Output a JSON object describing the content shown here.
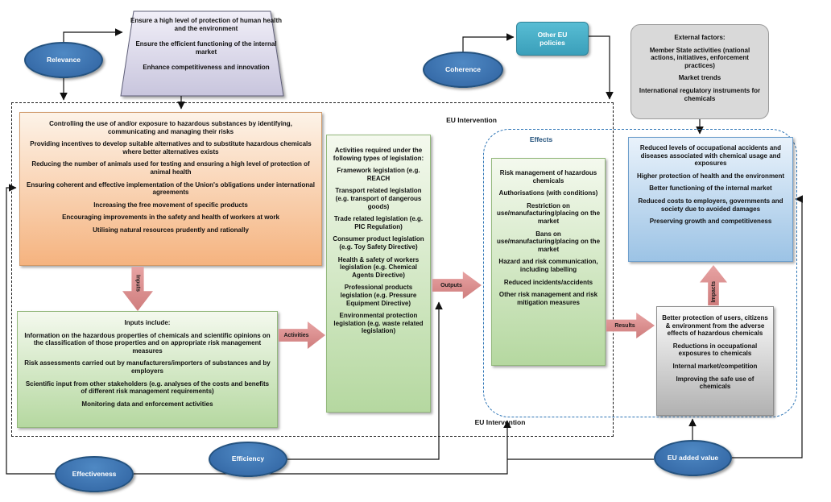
{
  "ellipses": {
    "relevance": "Relevance",
    "coherence": "Coherence",
    "effectiveness": "Effectiveness",
    "efficiency": "Efficiency",
    "eu_added_value": "EU added value"
  },
  "mandate": {
    "items": [
      "Ensure a high level of protection of human health and the environment",
      "Ensure the efficient functioning of the internal market",
      "Enhance competitiveness and innovation"
    ]
  },
  "other_eu_policies_label": "Other EU policies",
  "external_factors": {
    "title": "External factors:",
    "items": [
      "Member State activities (national actions, initiatives, enforcement practices)",
      "Market trends",
      "International regulatory instruments for chemicals"
    ]
  },
  "eu_intervention": {
    "top_label": "EU Intervention",
    "bottom_label": "EU Intervention"
  },
  "objectives": {
    "items": [
      "Controlling the use of and/or exposure to hazardous substances by identifying, communicating and managing their risks",
      "Providing incentives to develop suitable alternatives and to substitute hazardous chemicals where better alternatives exists",
      "Reducing the number of animals used for testing and ensuring a high level of protection of animal health",
      "Ensuring coherent and effective implementation of the Union's obligations under international agreements",
      "Increasing the free movement of specific products",
      "Encouraging improvements in the safety and health of workers at work",
      "Utilising natural resources prudently and rationally"
    ]
  },
  "inputs": {
    "title": "Inputs include:",
    "items": [
      "Information on the hazardous properties of chemicals and scientific opinions on the classification of those properties and on appropriate risk management measures",
      "Risk assessments carried out by manufacturers/importers of substances and by employers",
      "Scientific input from other stakeholders (e.g. analyses of the costs and benefits of different risk management requirements)",
      "Monitoring data and enforcement activities"
    ]
  },
  "activities": {
    "title": "Activities required under the following types of legislation:",
    "items": [
      "Framework legislation (e.g. REACH",
      "Transport related legislation (e.g. transport of dangerous goods)",
      "Trade related legislation (e.g. PIC Regulation)",
      "Consumer product legislation (e.g. Toy Safety Directive)",
      "Health & safety of workers legislation (e.g. Chemical Agents Directive)",
      "Professional products legislation (e.g. Pressure Equipment Directive)",
      "Environmental protection legislation (e.g. waste related legislation)"
    ]
  },
  "flow_labels": {
    "inputs": "Inputs",
    "activities": "Activities",
    "outputs": "Outputs",
    "results": "Results",
    "impacts": "Impacts"
  },
  "effects": {
    "label": "Effects"
  },
  "risk_management": {
    "items": [
      "Risk management of hazardous chemicals",
      "Authorisations (with conditions)",
      "Restriction on use/manufacturing/placing on the market",
      "Bans on use/manufacturing/placing on the market",
      "Hazard and risk communication, including labelling",
      "Reduced incidents/accidents",
      "Other risk management and risk mitigation measures"
    ]
  },
  "outcomes": {
    "items": [
      "Reduced levels of occupational accidents and diseases associated with chemical usage and exposures",
      "Higher protection of health and the environment",
      "Better functioning of the internal market",
      "Reduced costs to employers, governments and society due to avoided damages",
      "Preserving growth and competitiveness"
    ]
  },
  "results": {
    "items": [
      "Better protection of users, citizens & environment from the adverse effects of hazardous chemicals",
      "Reductions in occupational exposures to chemicals",
      "Internal market/competition",
      "Improving the safe use of chemicals"
    ]
  },
  "colors": {
    "ellipse_fill": "#3a76b4",
    "other_eu_policies_fill": "#45a9c4",
    "external_factors_fill": "#d9d9d9",
    "objectives_gradient_bottom": "#f5b37f",
    "green_gradient_bottom": "#b5d8a0",
    "outcomes_gradient_bottom": "#9cc3e5",
    "results_gradient_bottom": "#b1b1b1",
    "mandate_gradient_bottom": "#c8c5dd",
    "flow_arrow_fill": "#d98c8c",
    "effects_border": "#2e75b6",
    "effects_label_color": "#1f4e79"
  }
}
